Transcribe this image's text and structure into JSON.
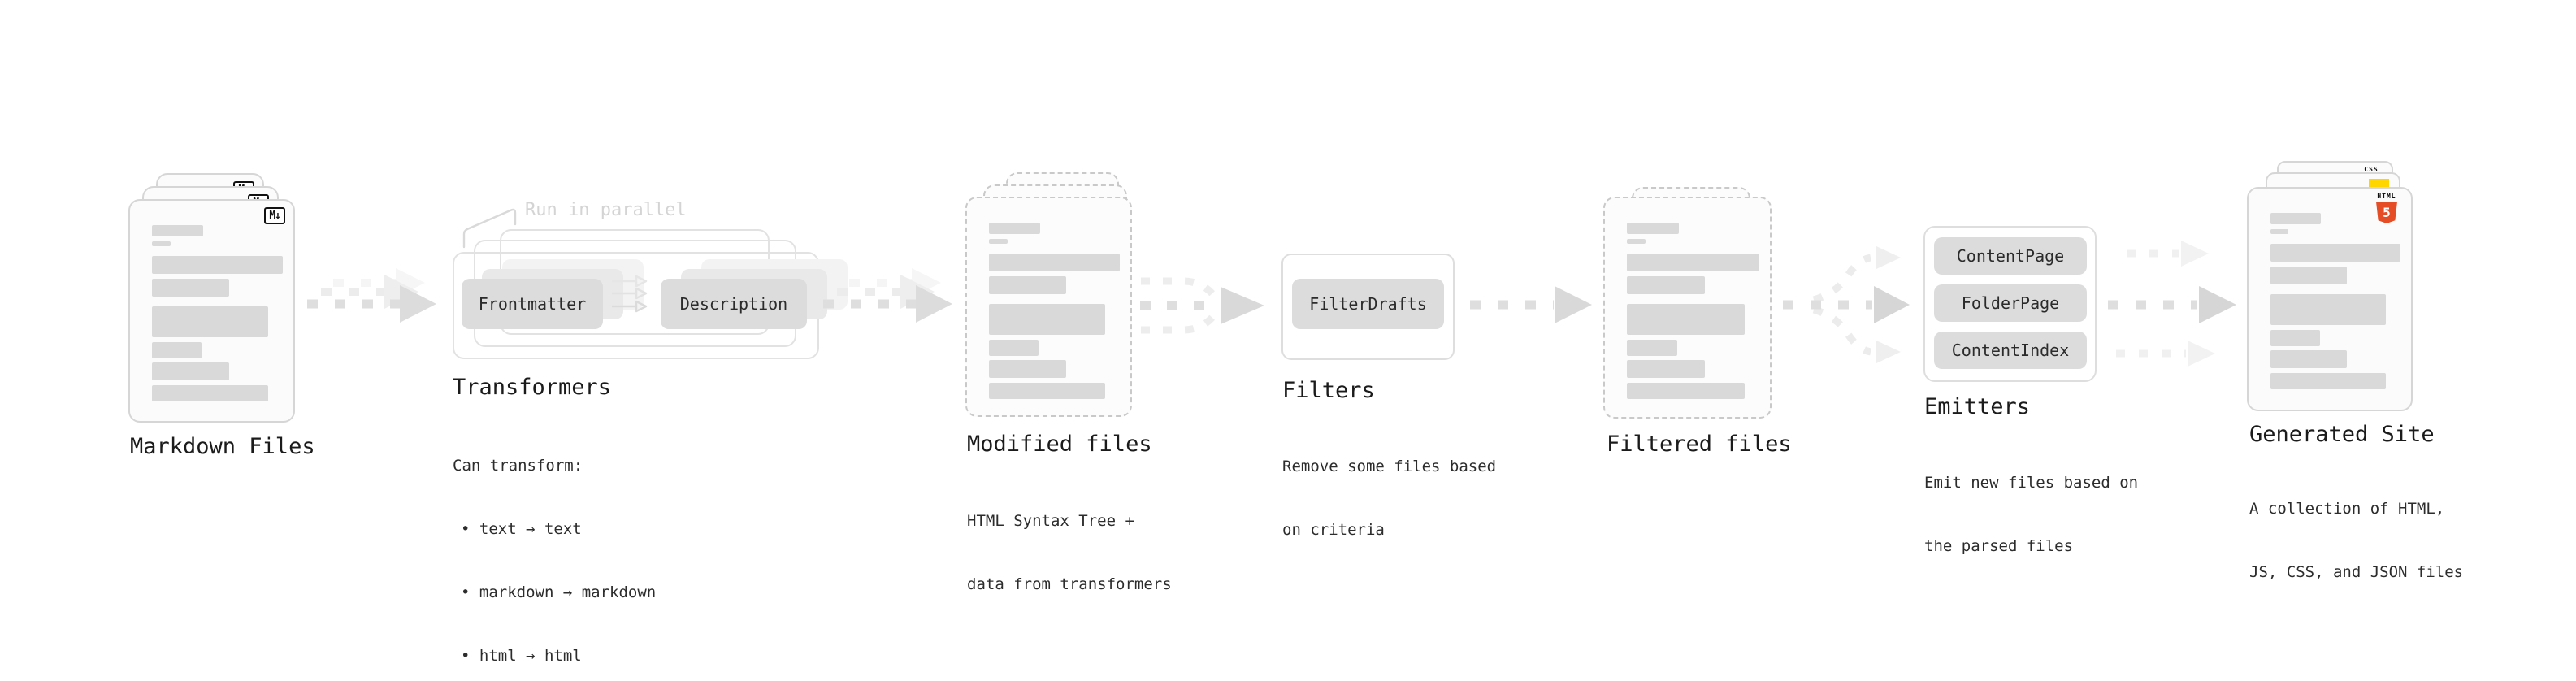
{
  "diagram": {
    "markdown": {
      "label": "Markdown Files",
      "badge": "M↓"
    },
    "transformers": {
      "label": "Transformers",
      "note": "Run in parallel",
      "chip_left": "Frontmatter",
      "chip_right": "Description",
      "desc_title": "Can transform:",
      "bullets": [
        "• text → text",
        "• markdown → markdown",
        "• html → html"
      ]
    },
    "modified": {
      "label": "Modified files",
      "desc": [
        "HTML Syntax Tree +",
        "data from transformers"
      ]
    },
    "filters": {
      "label": "Filters",
      "chip": "FilterDrafts",
      "desc": [
        "Remove some files based",
        "on criteria"
      ]
    },
    "filtered": {
      "label": "Filtered files"
    },
    "emitters": {
      "label": "Emitters",
      "chips": [
        "ContentPage",
        "FolderPage",
        "ContentIndex"
      ],
      "desc": [
        "Emit new files based on",
        "the parsed files"
      ]
    },
    "generated": {
      "label": "Generated Site",
      "desc": [
        "A collection of HTML,",
        "JS, CSS, and JSON files"
      ],
      "css_badge": "CSS",
      "html_badge_word": "HTML",
      "html_badge_number": "5"
    }
  },
  "colors": {
    "html5_orange": "#e44d26",
    "css_blue": "#2d53e5",
    "js_yellow": "#ffd600",
    "badge_black": "#111111",
    "bar_gray": "#d9d9d9",
    "chip_gray": "#dcdcdc",
    "arrow_gray": "#dedede",
    "arrow_light": "#ececec"
  }
}
